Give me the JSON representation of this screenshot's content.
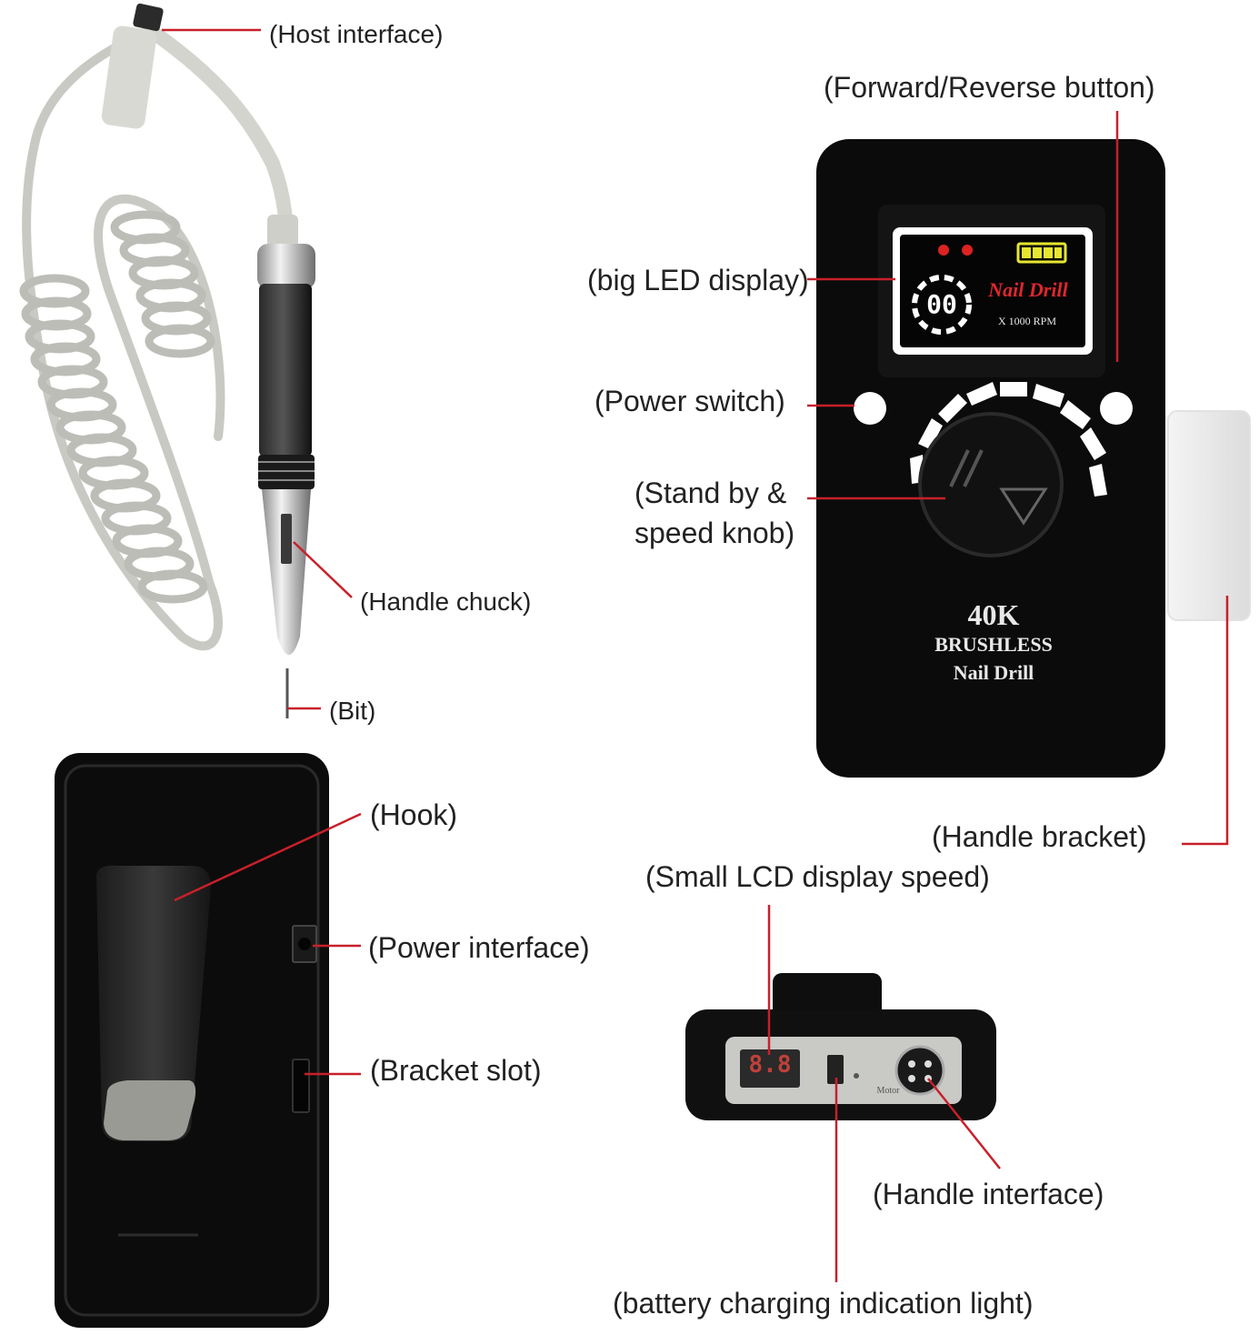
{
  "labels": {
    "host_interface": "(Host interface)",
    "handle_chuck": "(Handle chuck)",
    "bit": "(Bit)",
    "forward_reverse": "(Forward/Reverse button)",
    "big_led": "(big LED display)",
    "power_switch": "(Power switch)",
    "standby_line1": "(Stand by &",
    "standby_line2": "speed knob)",
    "handle_bracket": "(Handle bracket)",
    "small_lcd": "(Small LCD display speed)",
    "hook": "(Hook)",
    "power_interface": "(Power interface)",
    "bracket_slot": "(Bracket slot)",
    "handle_interface": "(Handle interface)",
    "battery_light": "(battery charging indication light)"
  },
  "device": {
    "lcd_digits": "00",
    "lcd_brand": "Nail Drill",
    "lcd_rpm": "X 1000 RPM",
    "model_line1": "40K",
    "model_line2": "BRUSHLESS",
    "model_line3": "Nail Drill",
    "port_label": "Motor"
  },
  "colors": {
    "leader_line": "#c8202a",
    "device_body": "#0b0b0b",
    "cord": "#c9c9c4"
  }
}
